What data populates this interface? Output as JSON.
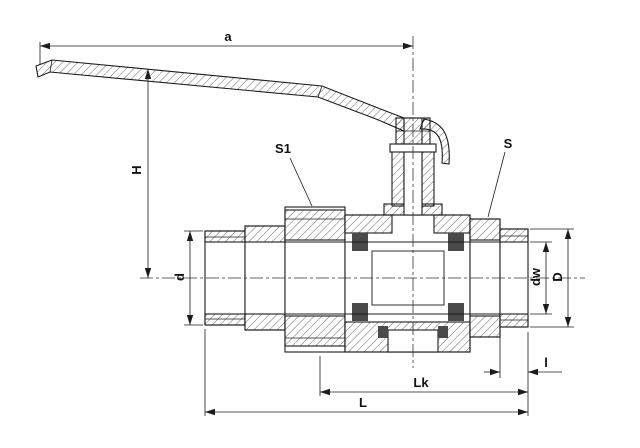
{
  "drawing": {
    "background": "#ffffff",
    "line_color": "#1c1c1c",
    "subject": "ball-valve-cross-section",
    "labels": {
      "a": "a",
      "H": "H",
      "S1": "S1",
      "S": "S",
      "d": "d",
      "dw": "dw",
      "D": "D",
      "Lk": "Lk",
      "L": "L",
      "l": "l"
    }
  }
}
